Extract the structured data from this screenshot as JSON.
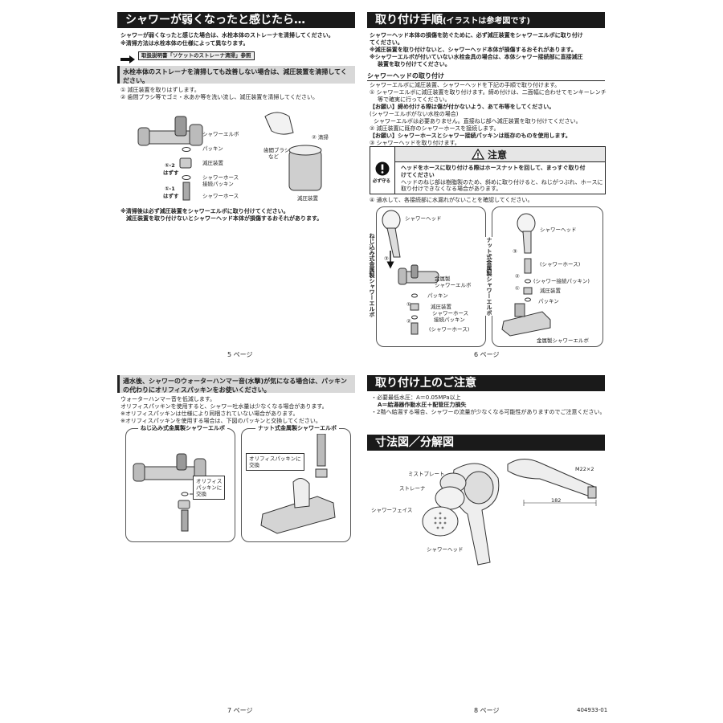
{
  "p5": {
    "title": "シャワーが弱くなったと感じたら…",
    "intro1": "シャワーが弱くなったと感じた場合は、水栓本体のストレーナを清掃してください。",
    "intro2": "※清掃方法は水栓本体の仕様によって異なります。",
    "ref_label": "取扱説明書「ソケットのストレーナ清掃」参照",
    "bar2": "水栓本体のストレーナを清掃しても改善しない場合は、減圧装置を清掃してください。",
    "step1": "① 減圧装置を取りはずします。",
    "step2": "② 歯間ブラシ等でゴミ・水あか等を洗い流し、減圧装置を清掃してください。",
    "labels": {
      "elbow": "シャワーエルボ",
      "packing": "パッキン",
      "reducer": "減圧装置",
      "step_1_2": "①-2",
      "remove": "はずす",
      "hose_pack1": "シャワーホース",
      "hose_pack2": "接続パッキン",
      "step_1_1": "①-1",
      "hose": "シャワーホース",
      "clean": "② 清掃",
      "brush1": "歯間ブラシ",
      "brush2": "など",
      "reducer2": "減圧装置"
    },
    "note1": "※清掃後は必ず減圧装置をシャワーエルボに取り付けてください。",
    "note2": "　減圧装置を取り付けないとシャワーヘッド本体が損傷するおそれがあります。",
    "page": "5 ページ"
  },
  "p6": {
    "title": "取り付け手順",
    "title_small": "(イラストは参考図です)",
    "intro1": "シャワーヘッド本体の損傷を防ぐために、必ず減圧装置をシャワーエルボに取り付け",
    "intro1b": "てください。",
    "intro2": "※減圧装置を取り付けないと、シャワーヘッド本体が損傷するおそれがあります。",
    "intro3": "※シャワーエルボが付いていない水栓金具の場合は、本体シャワー接続部に直接減圧",
    "intro3b": "装置を取り付けてください。",
    "sub": "シャワーヘッドの取り付け",
    "s0": "シャワーエルボに減圧装置、シャワーヘッドを下記の手順で取り付けます。",
    "s1": "① シャワーエルボに減圧装置を取り付けます。締め付けは、二面幅に合わせてモンキーレンチ",
    "s1b": "等で確実に行ってください。",
    "s2": "【お願い】締め付ける際は傷が付かないよう、あて布等をしてください。",
    "s3": "(シャワーエルボがない水栓の場合)",
    "s4": "シャワーエルボは必要ありません。直接ねじ部へ減圧装置を取り付けてください。",
    "s5": "② 減圧装置に既存のシャワーホースを接続します。",
    "s6": "【お願い】シャワーホースとシャワー接続パッキンは既存のものを使用します。",
    "s7": "③ シャワーヘッドを取り付けます。",
    "warn_title": "注意",
    "warn_must": "必ず守る",
    "warn1": "ヘッドをホースに取り付ける際はホースナットを回して、まっすぐ取り付",
    "warn1b": "けてください",
    "warn2": "ヘッドのねじ部は樹脂製のため、斜めに取り付けると、ねじがつぶれ、ホースに",
    "warn2b": "取り付けできなくなる場合があります。",
    "s8": "④ 通水して、各接続部に水漏れがないことを確認してください。",
    "left_vt": "ねじ込み式金属製シャワーエルボ",
    "right_vt": "ナット式金属製シャワーエルボ",
    "labels": {
      "head": "シャワーヘッド",
      "metal1": "金属製",
      "elbow": "シャワーエルボ",
      "packing": "パッキン",
      "reducer": "減圧装置",
      "hosepack1": "シャワーホース",
      "hosepack2": "接続パッキン",
      "hose": "(シャワーホース)",
      "n1": "①",
      "n2": "②",
      "n3": "③",
      "r_head": "シャワーヘッド",
      "r_hose": "(シャワーホース)",
      "r_pack": "(シャワー接続パッキン)",
      "r_reducer": "減圧装置",
      "r_packing": "パッキン",
      "r_elbow": "金属製シャワーエルボ"
    },
    "page": "6 ページ"
  },
  "p7": {
    "bar": "通水後、シャワーのウォーターハンマー音(水撃)が気になる場合は、パッキンの代わりにオリフィスパッキンをお使いください。",
    "l1": "ウォーターハンマー音を低減します。",
    "l2": "オリフィスパッキンを使用すると、シャワー吐水量は少なくなる場合があります。",
    "l3": "※オリフィスパッキンは仕様により同梱されていない場合があります。",
    "l4": "※オリフィスパッキンを使用する場合は、下図のパッキンと交換してください。",
    "box_left": "ねじ込み式金属製シャワーエルボ",
    "box_right": "ナット式金属製シャワーエルボ",
    "orifice1": "オリフィス",
    "orifice2": "パッキンに",
    "orifice3": "交換",
    "orifice_r1": "オリフィスパッキンに",
    "orifice_r2": "交換",
    "page": "7 ページ"
  },
  "p8": {
    "title1": "取り付け上のご注意",
    "c1": "・必要最低水圧：A＝0.05MPa以上",
    "c1b": "A＝給湯器作動水圧＋配管圧力損失",
    "c2": "・2階へ給湯する場合、シャワーの流量が少なくなる可能性がありますのでご注意ください。",
    "title2": "寸法図／分解図",
    "labels": {
      "mist": "ミストプレート",
      "strainer": "ストレーナ",
      "face": "シャワーフェイス",
      "head": "シャワーヘッド",
      "thread": "M22×2",
      "dim": "182"
    },
    "page": "8 ページ",
    "code": "404933-01"
  }
}
